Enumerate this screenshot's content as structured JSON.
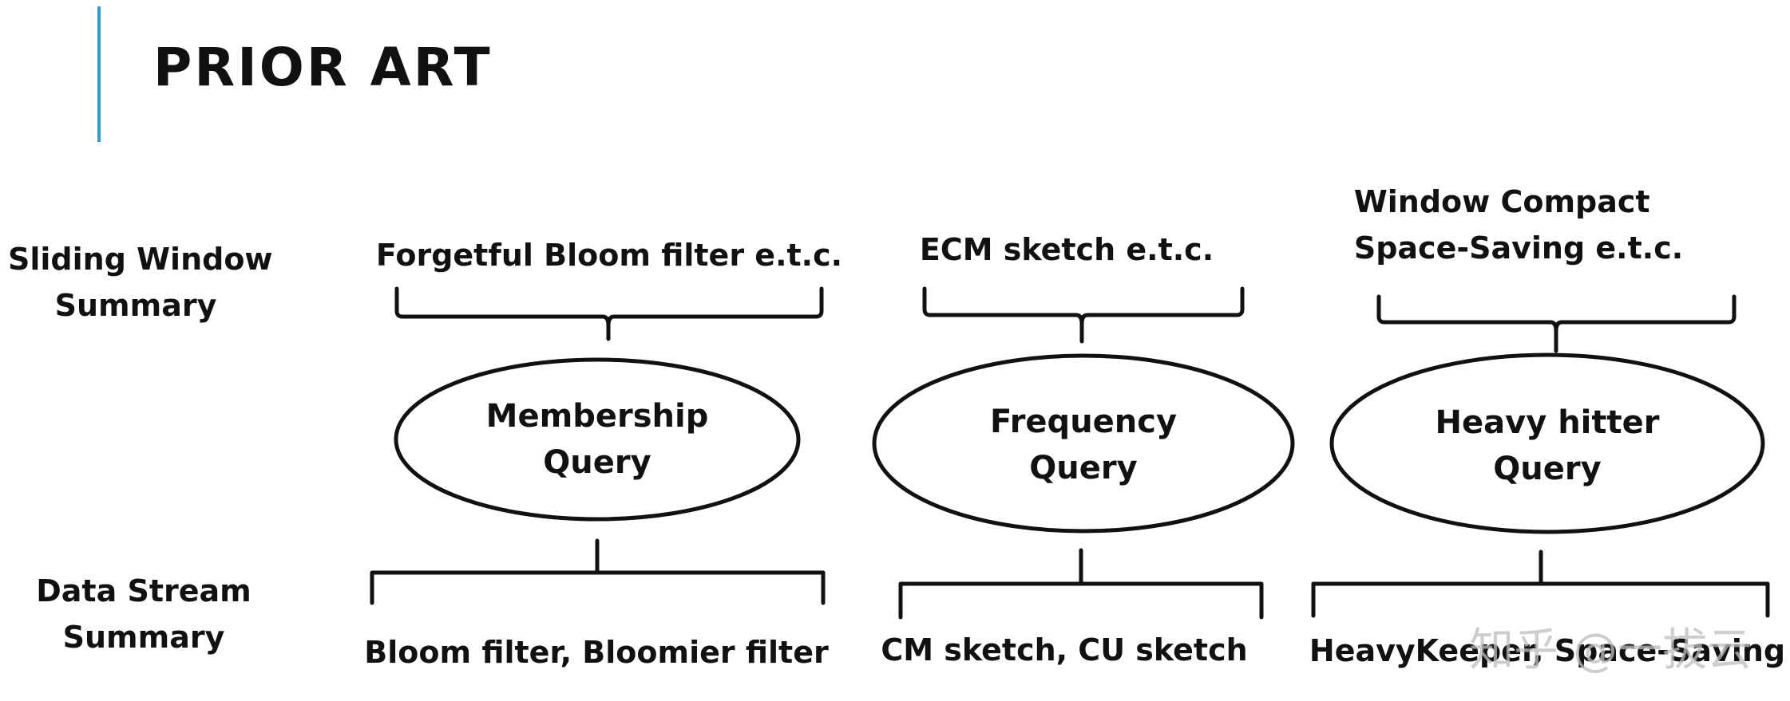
{
  "title": "PRIOR ART",
  "row_labels": {
    "sliding_window": [
      "Sliding Window",
      "Summary"
    ],
    "data_stream": [
      "Data Stream",
      "Summary"
    ]
  },
  "columns": [
    {
      "above_lines": [
        "Forgetful Bloom filter e.t.c."
      ],
      "ellipse_lines": [
        "Membership",
        "Query"
      ],
      "below": "Bloom filter, Bloomier filter"
    },
    {
      "above_lines": [
        "ECM sketch e.t.c."
      ],
      "ellipse_lines": [
        "Frequency",
        "Query"
      ],
      "below": "CM sketch, CU sketch"
    },
    {
      "above_lines": [
        "Window Compact",
        "Space-Saving e.t.c."
      ],
      "ellipse_lines": [
        "Heavy hitter",
        "Query"
      ],
      "below": "HeavyKeeper, Space-Saving"
    }
  ],
  "watermark": "知乎 @一拔云",
  "colors": {
    "accent": "#2e9bd6",
    "ink": "#111111",
    "watermark": "#bdbdbd"
  }
}
